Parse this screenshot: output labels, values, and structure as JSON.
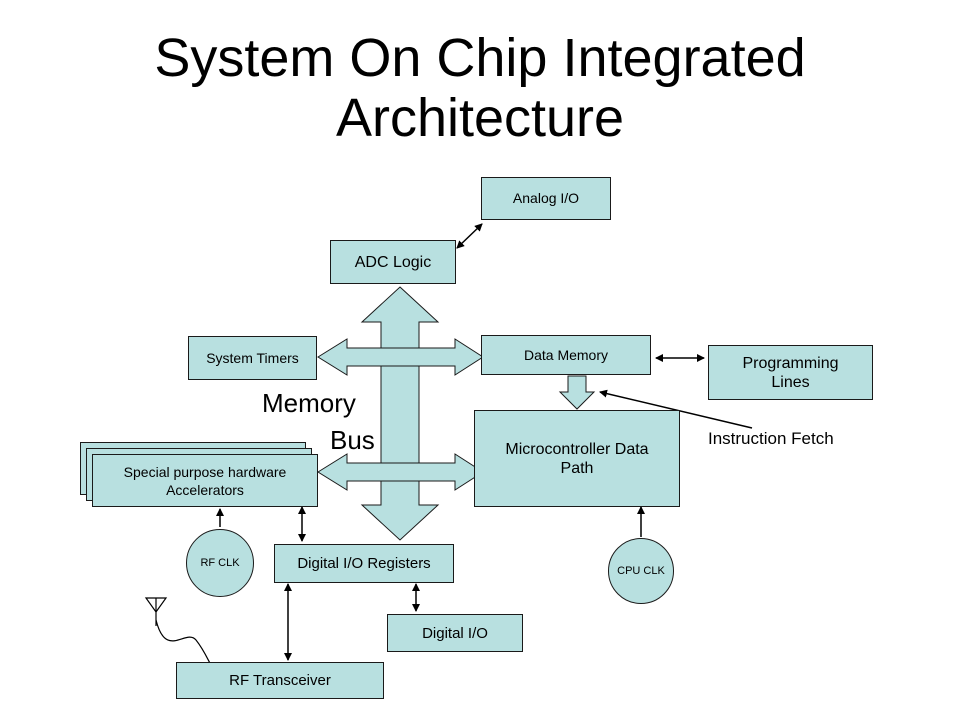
{
  "title": {
    "line1": "System On Chip Integrated",
    "line2": "Architecture"
  },
  "blocks": {
    "analog_io": "Analog I/O",
    "adc_logic": "ADC Logic",
    "system_timers": "System Timers",
    "data_memory": "Data Memory",
    "programming_lines": "Programming Lines",
    "microcontroller": "Microcontroller Data Path",
    "accelerators": "Special purpose hardware Accelerators",
    "digital_io_registers": "Digital I/O Registers",
    "digital_io": "Digital I/O",
    "rf_transceiver": "RF Transceiver"
  },
  "clocks": {
    "rf_clk": "RF CLK",
    "cpu_clk": "CPU CLK"
  },
  "annotations": {
    "memory": "Memory",
    "bus": "Bus",
    "instruction_fetch": "Instruction Fetch"
  },
  "colors": {
    "block_fill": "#b8e0e0",
    "outline": "#1a1a1a",
    "background": "#ffffff"
  }
}
